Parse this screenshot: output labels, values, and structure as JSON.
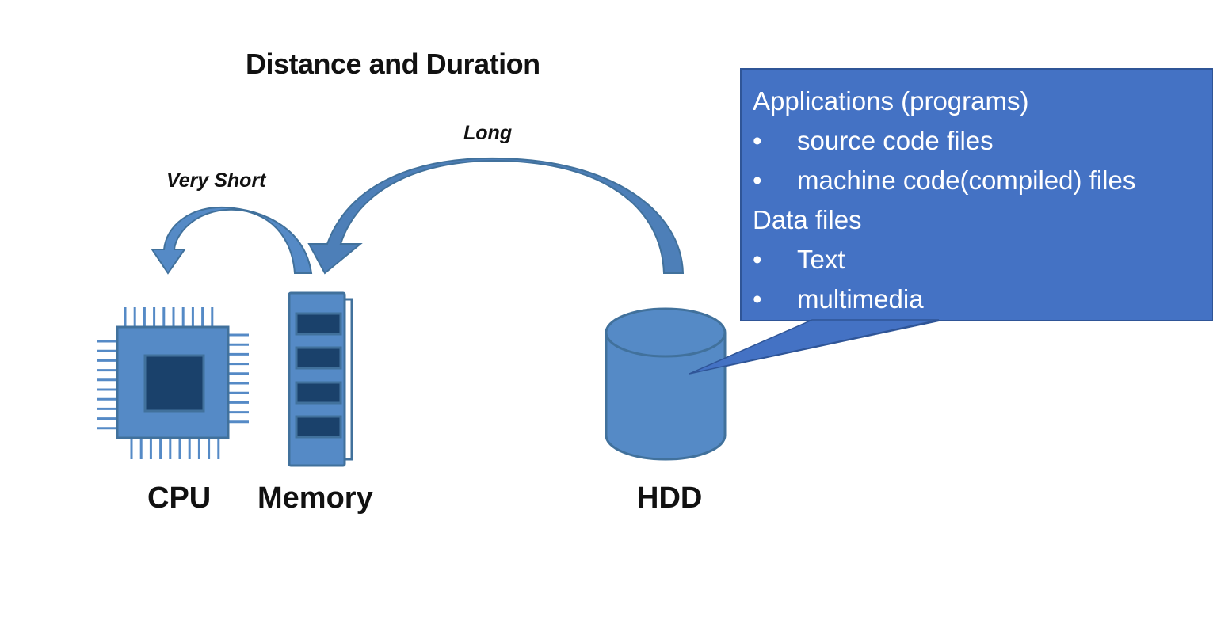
{
  "title": "Distance and Duration",
  "arrows": {
    "short_label": "Very Short",
    "long_label": "Long"
  },
  "components": {
    "cpu": "CPU",
    "memory": "Memory",
    "hdd": "HDD"
  },
  "callout": {
    "lines": [
      {
        "type": "heading",
        "text": "Applications (programs)"
      },
      {
        "type": "bullet",
        "text": "source code files"
      },
      {
        "type": "bullet",
        "text": "machine code(compiled) files"
      },
      {
        "type": "heading",
        "text": "Data files"
      },
      {
        "type": "bullet",
        "text": "Text"
      },
      {
        "type": "bullet",
        "text": "multimedia"
      }
    ],
    "bullet_char": "•"
  },
  "colors": {
    "shape_fill": "#558ac6",
    "shape_stroke": "#41719c",
    "dark_fill": "#1a416b",
    "callout_fill": "#4472c4",
    "arrow_dark": "#41719c"
  }
}
